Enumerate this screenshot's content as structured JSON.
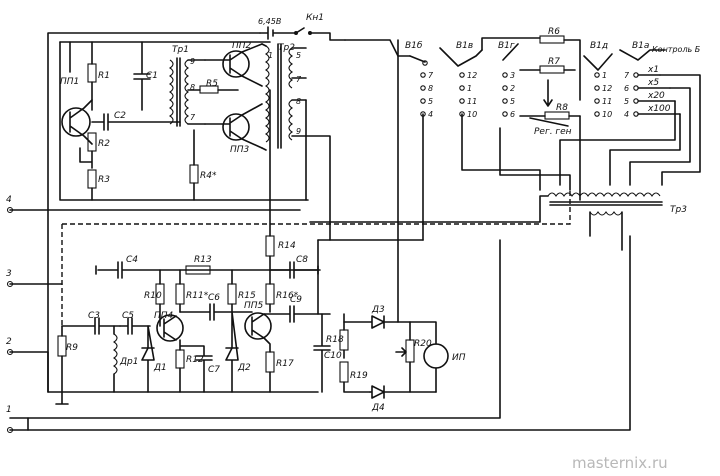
{
  "labels": {
    "pp1": "ПП1",
    "pp2": "ПП2",
    "pp3": "ПП3",
    "pp4": "ПП4",
    "pp5": "ПП5",
    "tr1": "Тр1",
    "tr2": "Тр2",
    "tr3": "Тр3",
    "r1": "R1",
    "r2": "R2",
    "r3": "R3",
    "r4": "R4*",
    "r5": "R5",
    "r6": "R6",
    "r7": "R7",
    "r8": "R8",
    "r9": "R9",
    "r10": "R10",
    "r11": "R11*",
    "r12": "R12",
    "r13": "R13",
    "r14": "R14",
    "r15": "R15",
    "r16": "R16*",
    "r17": "R17",
    "r18": "R18",
    "r19": "R19",
    "r20": "R20",
    "c1": "C1",
    "c2": "C2",
    "c3": "C3",
    "c4": "C4",
    "c5": "C5",
    "c6": "C6",
    "c7": "C7",
    "c8": "C8",
    "c9": "C9",
    "c10": "C10",
    "d1": "Д1",
    "d2": "Д2",
    "d3": "Д3",
    "d4": "Д4",
    "dr1": "Др1",
    "ip": "ИП",
    "battery": "6,45В",
    "kn1": "Кн1",
    "v1b": "В1б",
    "v1v": "В1в",
    "v1g": "В1г",
    "v1d": "В1д",
    "v1a": "В1а",
    "ctrl": "Контроль Б",
    "x1": "x1",
    "x5": "x5",
    "x20": "x20",
    "x100": "x100",
    "rv_gen": "Рег. ген",
    "term1": "1",
    "term2": "2",
    "term3": "3",
    "term4": "4",
    "pin_1": "1",
    "pin_2": "2",
    "pin_3": "3",
    "pin_4": "4",
    "pin_5": "5",
    "pin_6": "6",
    "pin_7": "7",
    "pin_8": "8",
    "pin_9": "9",
    "pin_10": "10",
    "pin_11": "11",
    "pin_12": "12",
    "watermark": "masternix.ru"
  }
}
